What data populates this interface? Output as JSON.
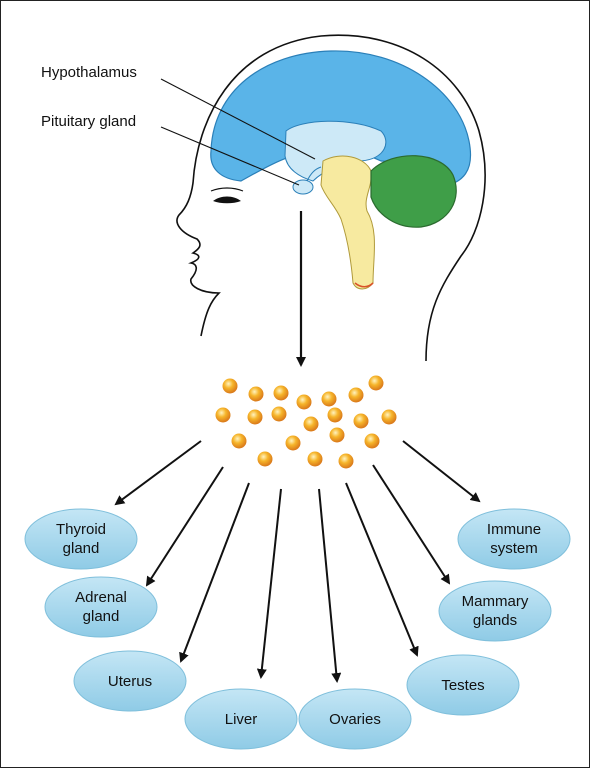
{
  "labels": {
    "hypothalamus": "Hypothalamus",
    "pituitary": "Pituitary gland"
  },
  "targets": [
    {
      "id": "thyroid",
      "lines": [
        "Thyroid",
        "gland"
      ]
    },
    {
      "id": "adrenal",
      "lines": [
        "Adrenal",
        "gland"
      ]
    },
    {
      "id": "uterus",
      "lines": [
        "Uterus"
      ]
    },
    {
      "id": "liver",
      "lines": [
        "Liver"
      ]
    },
    {
      "id": "ovaries",
      "lines": [
        "Ovaries"
      ]
    },
    {
      "id": "testes",
      "lines": [
        "Testes"
      ]
    },
    {
      "id": "mammary",
      "lines": [
        "Mammary",
        "glands"
      ]
    },
    {
      "id": "immune",
      "lines": [
        "Immune",
        "system"
      ]
    }
  ],
  "colors": {
    "cerebrum": "#5ab4e8",
    "hypothalamus_region": "#cde9f7",
    "brainstem": "#f7eaa0",
    "cerebellum": "#3f9e48",
    "ellipse": "#a9d9ee",
    "hormone": "#f0a21c"
  }
}
